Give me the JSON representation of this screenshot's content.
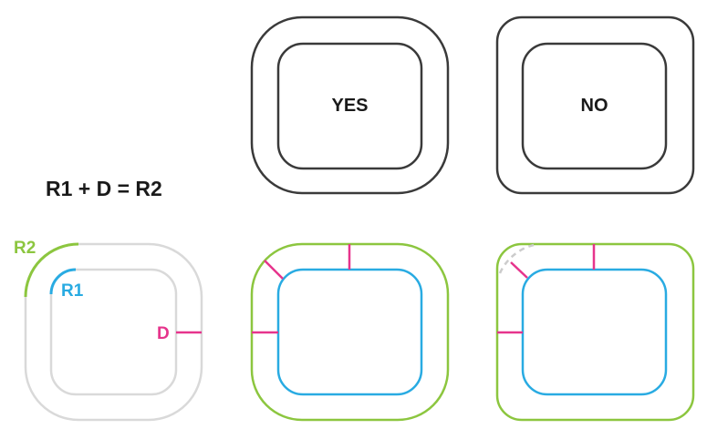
{
  "formula": "R1 + D = R2",
  "examples": {
    "good": {
      "label": "YES"
    },
    "bad": {
      "label": "NO"
    }
  },
  "legend": {
    "outer_radius": "R2",
    "inner_radius": "R1",
    "distance": "D"
  },
  "colors": {
    "outline_dark": "#3a3a3a",
    "outline_light": "#d9d9d9",
    "outer_radius": "#8cc63f",
    "inner_radius": "#29abe2",
    "distance": "#e6348c",
    "construction_arc": "#cccccc",
    "text": "#1a1a1a"
  }
}
